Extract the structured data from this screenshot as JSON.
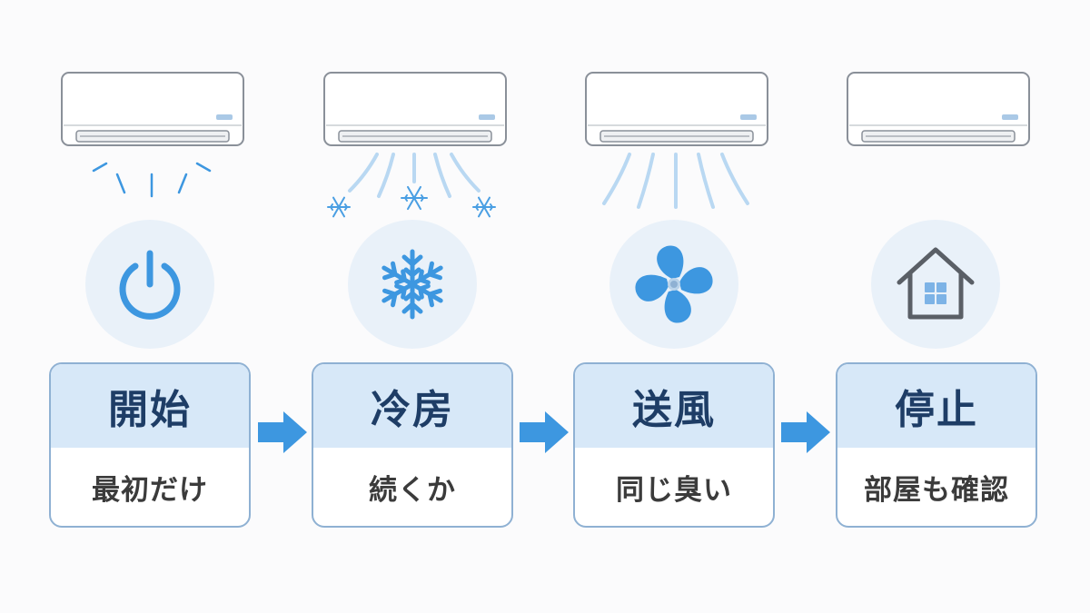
{
  "colors": {
    "accent_blue": "#3d97e0",
    "light_blue": "#d7e8f8",
    "card_border": "#8fb1d3",
    "heading_text": "#1e3d66",
    "body_text": "#3b3b3b",
    "house_gray": "#5a5f66"
  },
  "steps": [
    {
      "title": "開始",
      "subtitle": "最初だけ",
      "icon": "power-icon",
      "airflow": "short-burst"
    },
    {
      "title": "冷房",
      "subtitle": "続くか",
      "icon": "snowflake-icon",
      "airflow": "cold-air-with-snowflakes"
    },
    {
      "title": "送風",
      "subtitle": "同じ臭い",
      "icon": "fan-icon",
      "airflow": "fan-air"
    },
    {
      "title": "停止",
      "subtitle": "部屋も確認",
      "icon": "house-icon",
      "airflow": "none"
    }
  ]
}
